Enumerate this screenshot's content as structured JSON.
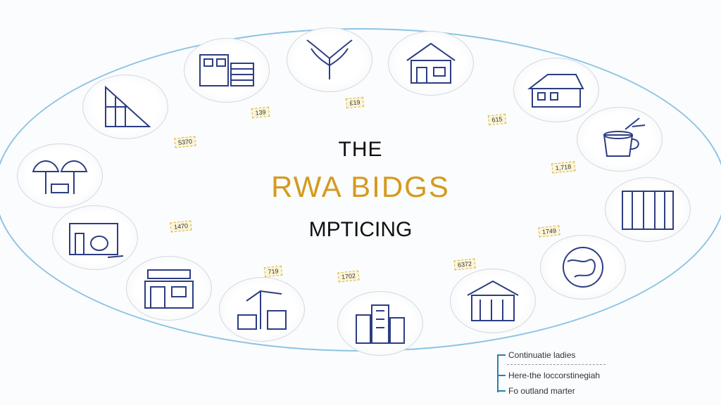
{
  "title": {
    "line1": "THE",
    "line2": "RWA BIDGS",
    "line3": "MPTICING"
  },
  "accent_color": "#d59a1f",
  "ring_color": "#8cc4e4",
  "icons": [
    "building-icon",
    "plant-icon",
    "house-icon",
    "cottage-icon",
    "coffee-cup-icon",
    "bookshelf-icon",
    "globe-icon",
    "warehouse-icon",
    "apartment-icon",
    "construction-icon",
    "shop-icon",
    "factory-icon",
    "umbrella-icon",
    "triangle-structure-icon"
  ],
  "tags": [
    "139",
    "£19",
    "615",
    "1,718",
    "1749",
    "6372",
    "1702",
    "719",
    "1470",
    "5370"
  ],
  "legend": [
    "Continuatie ladies",
    "Here-the loccorstinegiah",
    "Fo outland marter"
  ]
}
